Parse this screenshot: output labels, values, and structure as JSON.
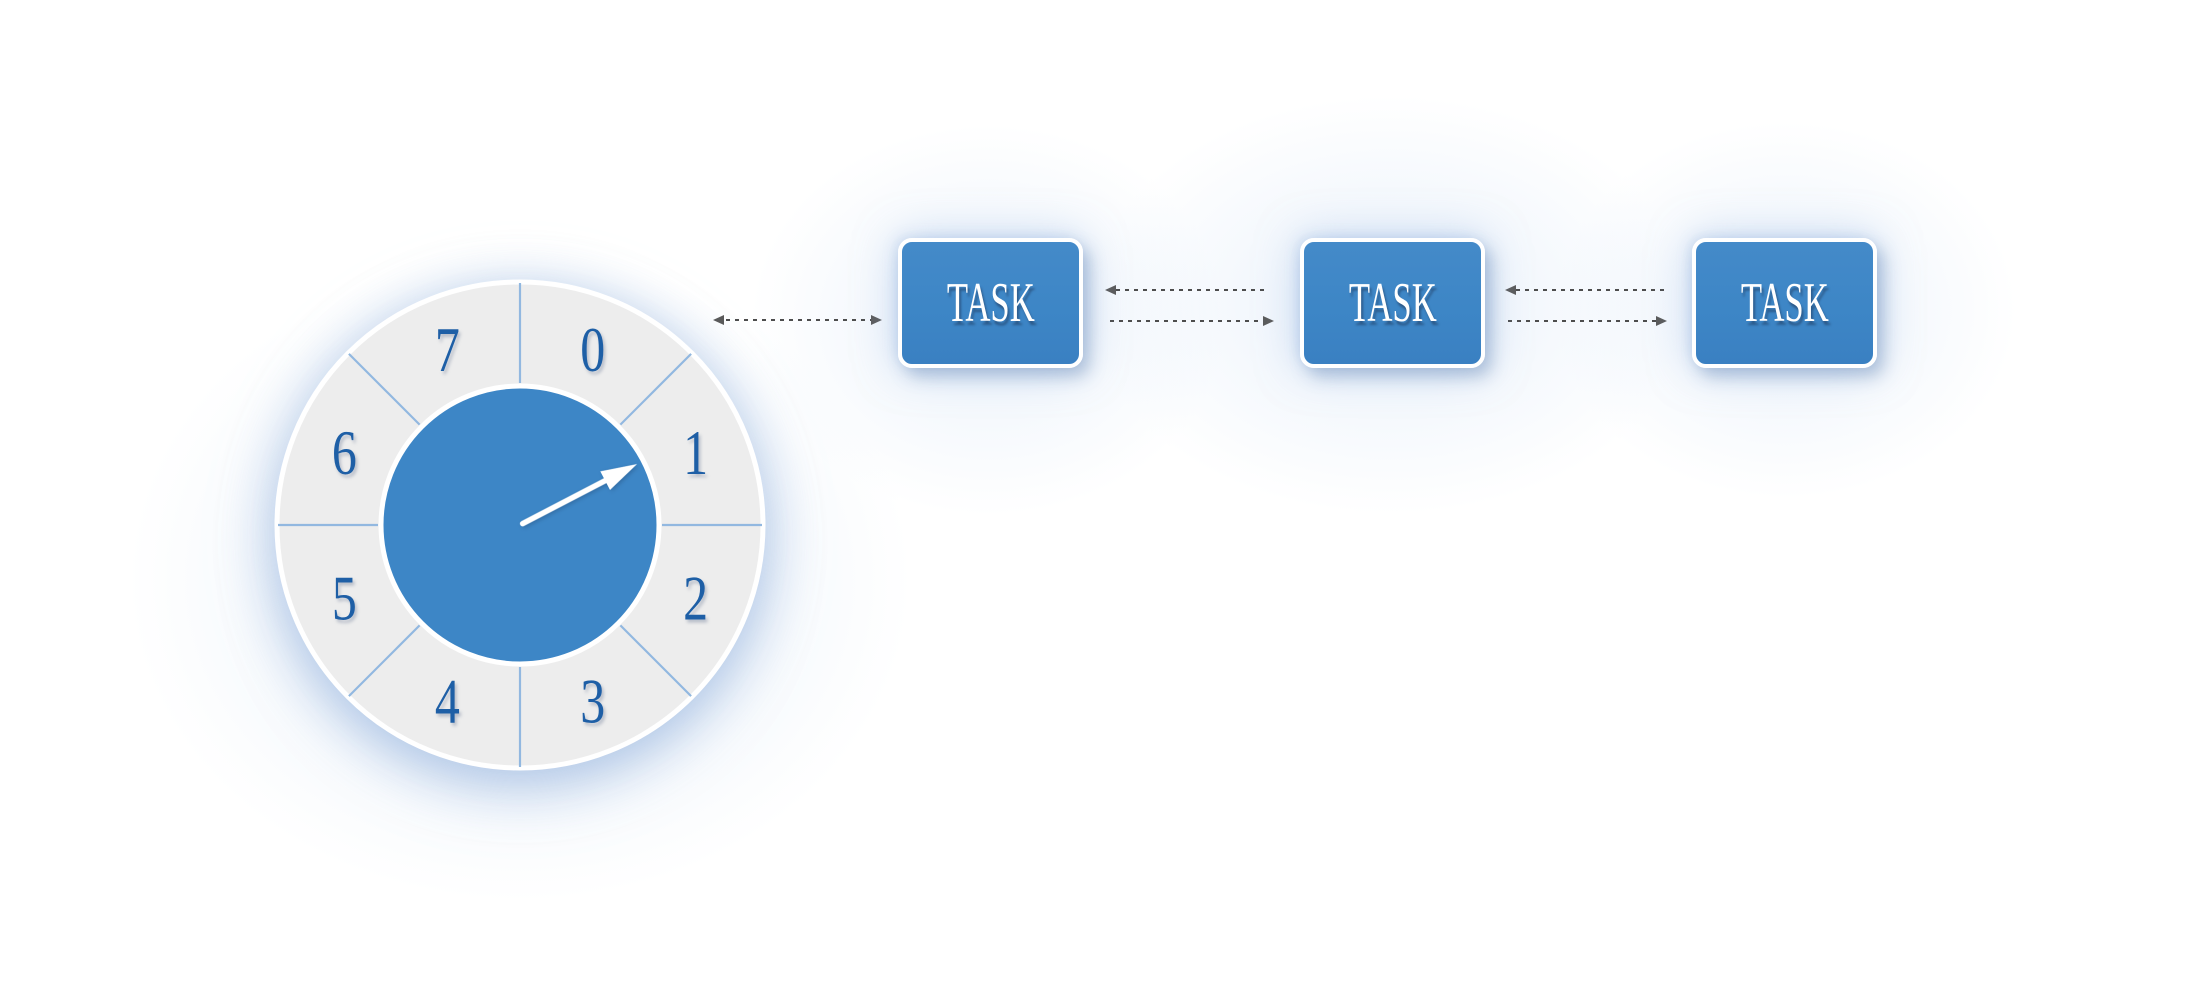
{
  "wheel": {
    "slots": [
      "0",
      "1",
      "2",
      "3",
      "4",
      "5",
      "6",
      "7"
    ],
    "pointer_slot": "1"
  },
  "tasks": [
    {
      "label": "TASK"
    },
    {
      "label": "TASK"
    },
    {
      "label": "TASK"
    }
  ],
  "colors": {
    "node_blue": "#3d86c6",
    "ring_gray": "#ededed",
    "divider_blue": "#92b8e0",
    "digit_blue": "#1e5fa6",
    "arrow_gray": "#4d4d4d",
    "pointer_white": "#ffffff",
    "glow_blue": "#cfe0f3"
  }
}
